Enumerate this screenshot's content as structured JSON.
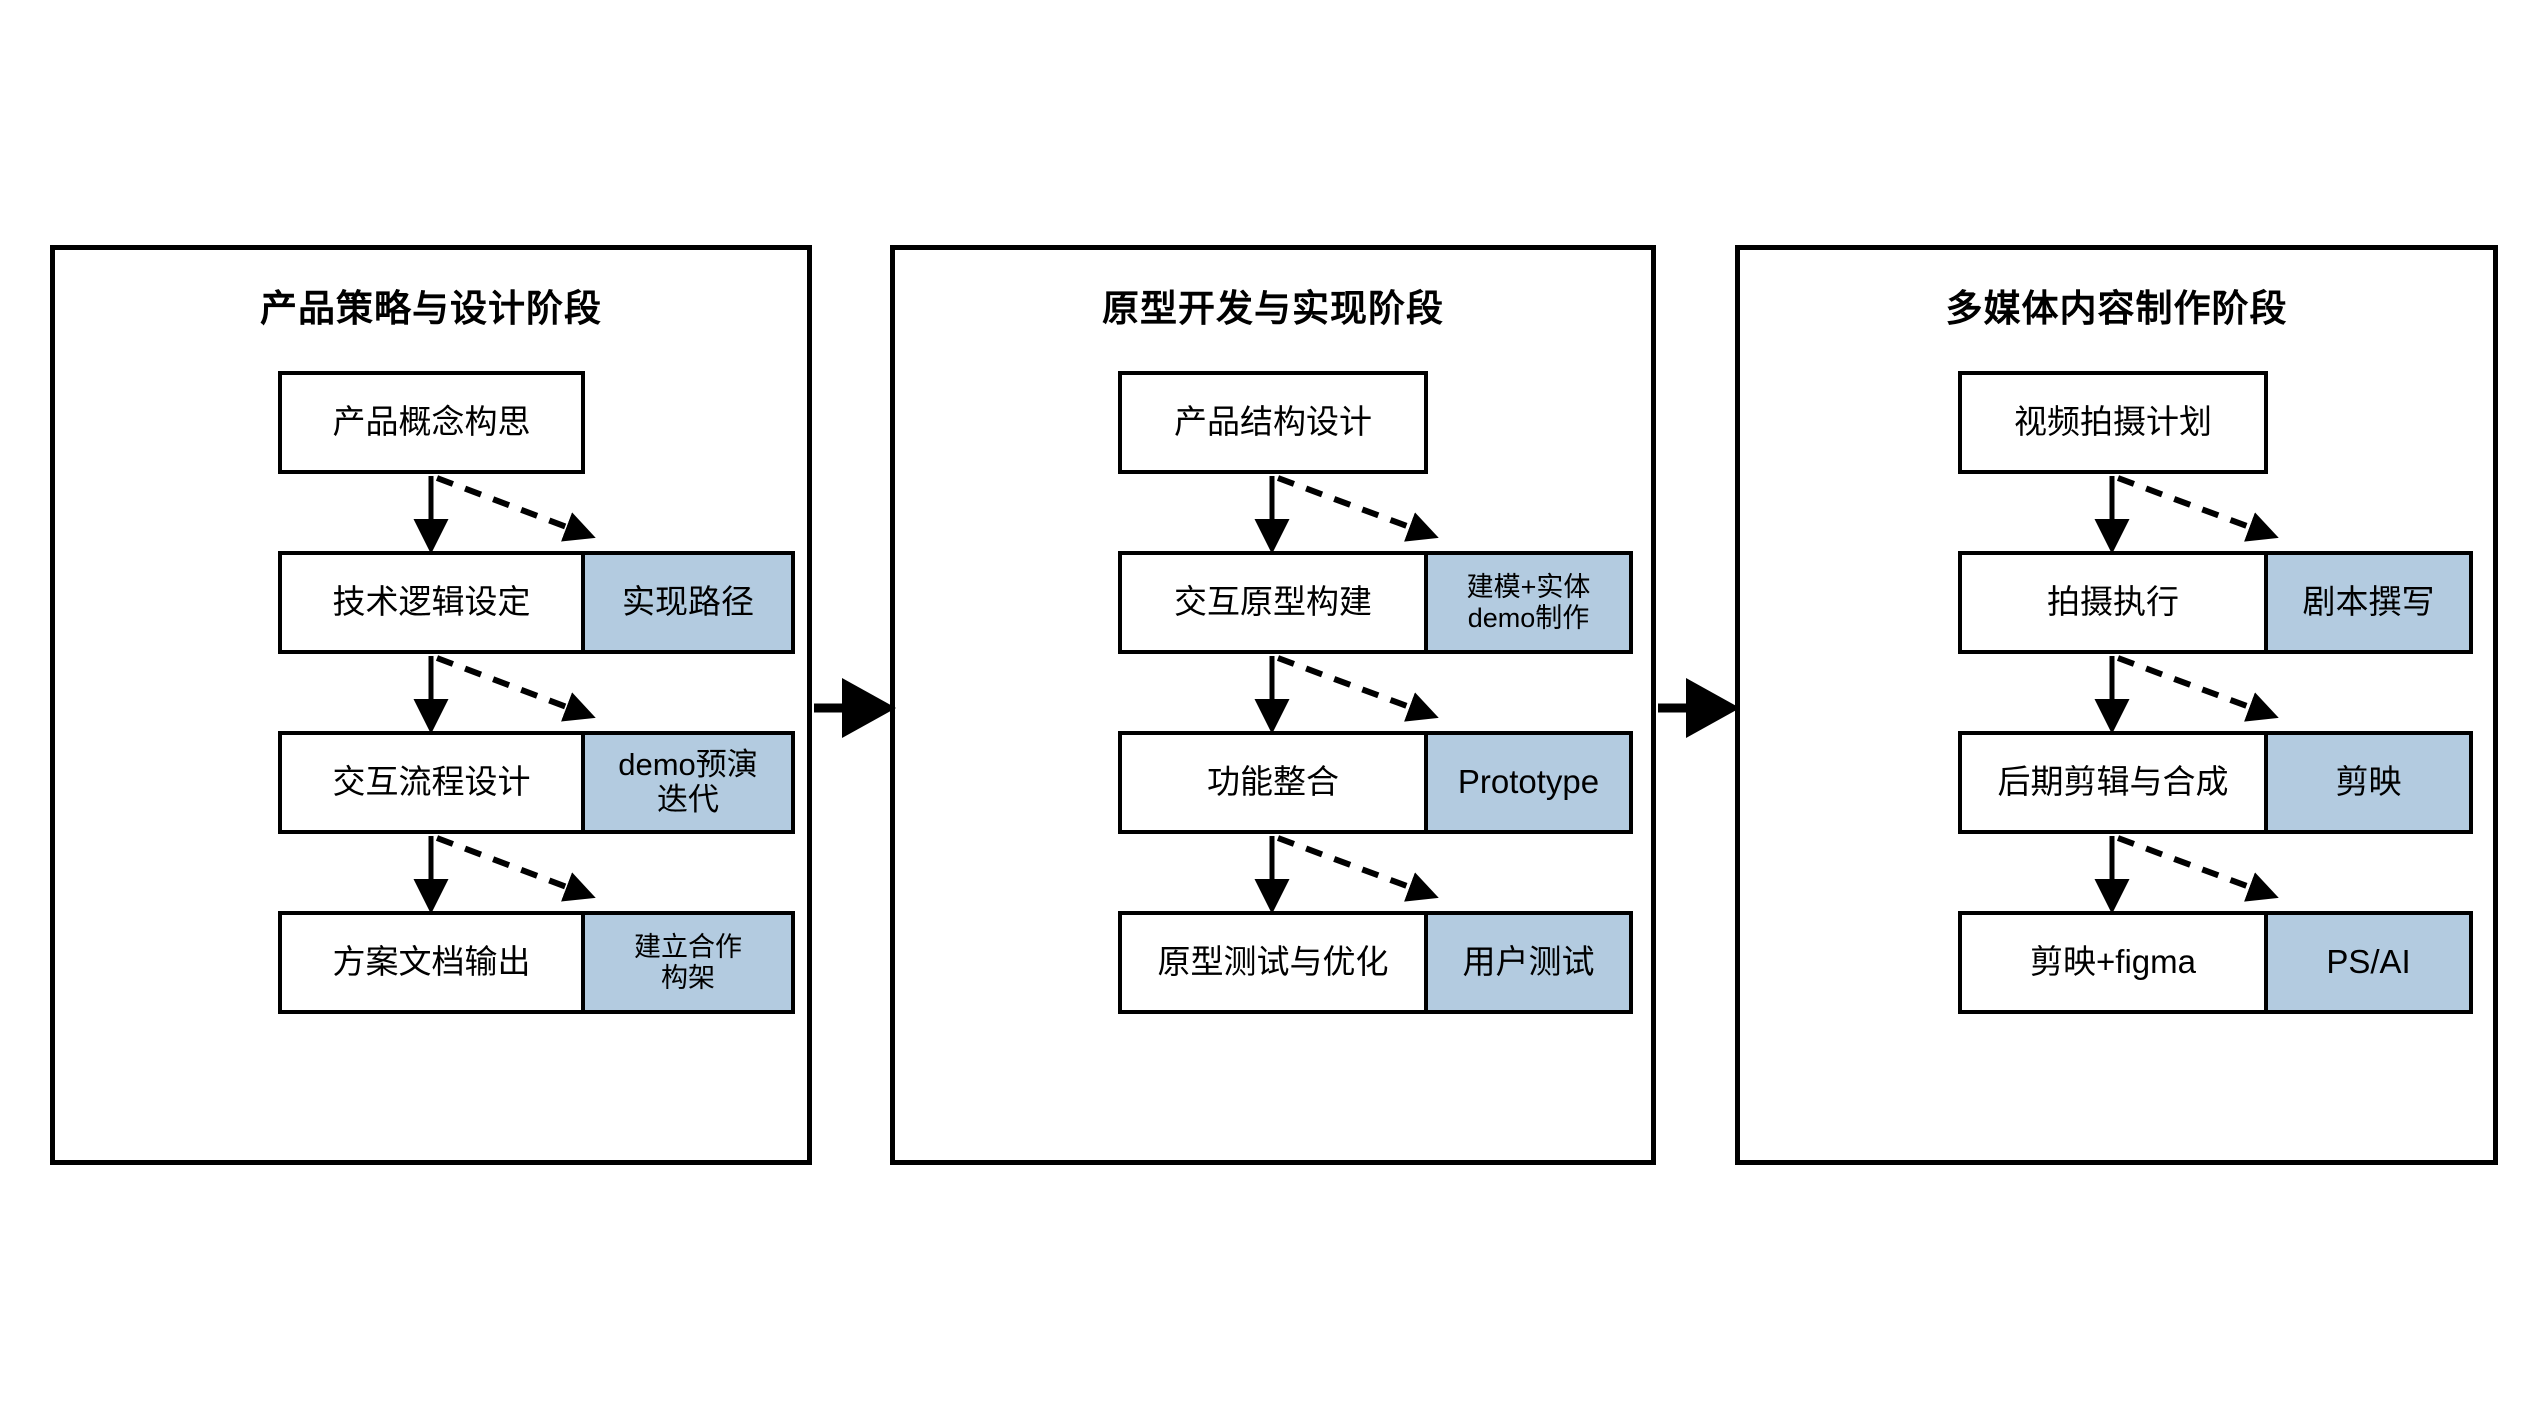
{
  "diagram": {
    "title_bold": true,
    "accent_color": "#b3cbe0",
    "line_color": "#000000",
    "background": "#ffffff"
  },
  "panels": [
    {
      "title": "产品策略与设计阶段",
      "rows": [
        {
          "step": "产品概念构思",
          "tool": null
        },
        {
          "step": "技术逻辑设定",
          "tool": "实现路径"
        },
        {
          "step": "交互流程设计",
          "tool": "demo预演\n迭代"
        },
        {
          "step": "方案文档输出",
          "tool": "建立合作\n构架"
        }
      ]
    },
    {
      "title": "原型开发与实现阶段",
      "rows": [
        {
          "step": "产品结构设计",
          "tool": null
        },
        {
          "step": "交互原型构建",
          "tool": "建模+实体\ndemo制作"
        },
        {
          "step": "功能整合",
          "tool": "Prototype"
        },
        {
          "step": "原型测试与优化",
          "tool": "用户测试"
        }
      ]
    },
    {
      "title": "多媒体内容制作阶段",
      "rows": [
        {
          "step": "视频拍摄计划",
          "tool": null
        },
        {
          "step": "拍摄执行",
          "tool": "剧本撰写"
        },
        {
          "step": "后期剪辑与合成",
          "tool": "剪映"
        },
        {
          "step": "剪映+figma",
          "tool": "PS/AI"
        }
      ]
    }
  ],
  "connectors": [
    {
      "name": "panel1-to-panel2",
      "from": "产品策略与设计阶段",
      "to": "原型开发与实现阶段",
      "style": "solid-block-arrow"
    },
    {
      "name": "panel2-to-panel3",
      "from": "原型开发与实现阶段",
      "to": "多媒体内容制作阶段",
      "style": "solid-block-arrow"
    }
  ],
  "edge_styles": {
    "sequence": "solid-arrow-down",
    "tool_link": "dashed-arrow-diagonal"
  }
}
